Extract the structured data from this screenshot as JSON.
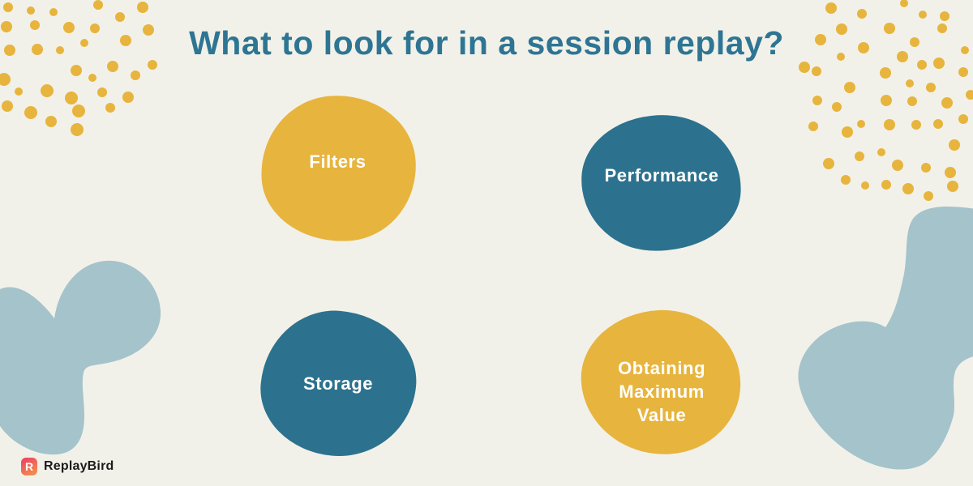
{
  "title": "What to look for in a session replay?",
  "topics": [
    {
      "label": "Filters",
      "color": "#E7B43D",
      "text_color": "#FFFFFF"
    },
    {
      "label": "Performance",
      "color": "#2C728F",
      "text_color": "#FFFFFF"
    },
    {
      "label": "Storage",
      "color": "#2C728F",
      "text_color": "#FFFFFF"
    },
    {
      "label": "Obtaining Maximum Value",
      "color": "#E7B43D",
      "text_color": "#FFFFFF"
    }
  ],
  "brand": {
    "name": "ReplayBird",
    "icon_letter": "R",
    "icon_gradient": [
      "#EB4A61",
      "#F28B4E"
    ],
    "name_color": "#1C1C1C"
  },
  "colors": {
    "background": "#F2F1E9",
    "title": "#2E7593",
    "accent_yellow": "#E7B43D",
    "accent_teal": "#2C728F",
    "organic_blob": "#A4C3CB"
  },
  "decor": {
    "dots_top_left": [
      [
        10,
        9,
        6
      ],
      [
        38,
        13,
        5
      ],
      [
        66,
        15,
        5
      ],
      [
        121,
        6,
        6
      ],
      [
        176,
        9,
        7
      ],
      [
        148,
        21,
        6
      ],
      [
        8,
        33,
        7
      ],
      [
        43,
        31,
        6
      ],
      [
        85,
        34,
        7
      ],
      [
        117,
        35,
        6
      ],
      [
        183,
        37,
        7
      ],
      [
        12,
        62,
        7
      ],
      [
        46,
        61,
        7
      ],
      [
        74,
        62,
        5
      ],
      [
        104,
        53,
        5
      ],
      [
        155,
        50,
        7
      ],
      [
        139,
        82,
        7
      ],
      [
        188,
        80,
        6
      ],
      [
        94,
        87,
        7
      ],
      [
        167,
        93,
        6
      ],
      [
        114,
        96,
        5
      ],
      [
        5,
        98,
        8
      ],
      [
        23,
        113,
        5
      ],
      [
        58,
        112,
        8
      ],
      [
        88,
        121,
        8
      ],
      [
        126,
        114,
        6
      ],
      [
        158,
        120,
        7
      ],
      [
        9,
        131,
        7
      ],
      [
        38,
        139,
        8
      ],
      [
        97,
        137,
        8
      ],
      [
        136,
        133,
        6
      ],
      [
        63,
        150,
        7
      ],
      [
        95,
        160,
        8
      ]
    ],
    "dots_top_right": [
      [
        1025,
        10,
        7
      ],
      [
        1115,
        4,
        5
      ],
      [
        1063,
        17,
        6
      ],
      [
        1138,
        18,
        5
      ],
      [
        1165,
        20,
        6
      ],
      [
        1038,
        36,
        7
      ],
      [
        1097,
        35,
        7
      ],
      [
        1162,
        35,
        6
      ],
      [
        1012,
        49,
        7
      ],
      [
        1065,
        59,
        7
      ],
      [
        1128,
        52,
        6
      ],
      [
        1037,
        70,
        5
      ],
      [
        1113,
        70,
        7
      ],
      [
        1137,
        80,
        6
      ],
      [
        1158,
        78,
        7
      ],
      [
        1190,
        62,
        5
      ],
      [
        992,
        83,
        7
      ],
      [
        1007,
        88,
        6
      ],
      [
        1092,
        90,
        7
      ],
      [
        1188,
        89,
        6
      ],
      [
        1048,
        108,
        7
      ],
      [
        1122,
        103,
        5
      ],
      [
        1148,
        108,
        6
      ],
      [
        1197,
        117,
        6
      ],
      [
        1008,
        124,
        6
      ],
      [
        1032,
        132,
        6
      ],
      [
        1093,
        124,
        7
      ],
      [
        1125,
        125,
        6
      ],
      [
        1168,
        127,
        7
      ],
      [
        1188,
        147,
        6
      ],
      [
        1003,
        156,
        6
      ],
      [
        1045,
        163,
        7
      ],
      [
        1062,
        153,
        5
      ],
      [
        1097,
        154,
        7
      ],
      [
        1130,
        154,
        6
      ],
      [
        1157,
        153,
        6
      ],
      [
        1177,
        179,
        7
      ],
      [
        1022,
        202,
        7
      ],
      [
        1060,
        193,
        6
      ],
      [
        1087,
        188,
        5
      ],
      [
        1107,
        204,
        7
      ],
      [
        1142,
        207,
        6
      ],
      [
        1172,
        213,
        7
      ],
      [
        1043,
        222,
        6
      ],
      [
        1067,
        229,
        5
      ],
      [
        1093,
        228,
        6
      ],
      [
        1120,
        233,
        7
      ],
      [
        1145,
        242,
        6
      ],
      [
        1175,
        230,
        7
      ]
    ]
  }
}
